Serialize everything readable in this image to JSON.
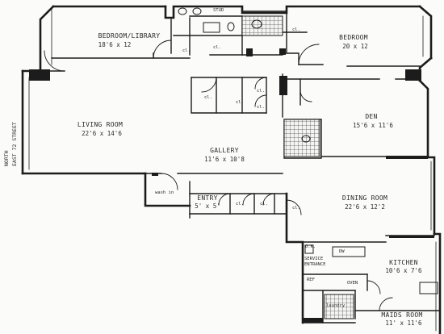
{
  "street": {
    "line1": "NORTH",
    "line2": "EAST 72 STREET"
  },
  "rooms": {
    "bedroom_library": {
      "name": "BEDROOM/LIBRARY",
      "dims": "18'6 x 12"
    },
    "bedroom": {
      "name": "BEDROOM",
      "dims": "20 x 12"
    },
    "living": {
      "name": "LIVING ROOM",
      "dims": "22'6 x 14'6"
    },
    "den": {
      "name": "DEN",
      "dims": "15'6 x 11'6"
    },
    "gallery": {
      "name": "GALLERY",
      "dims": "11'6 x 10'8"
    },
    "entry": {
      "name": "ENTRY",
      "dims": "5' x 5'"
    },
    "dining": {
      "name": "DINING ROOM",
      "dims": "22'6 x 12'2"
    },
    "kitchen": {
      "name": "KITCHEN",
      "dims": "10'6 x 7'6"
    },
    "maids": {
      "name": "MAIDS ROOM",
      "dims": "11' x 11'6"
    }
  },
  "small_labels": {
    "stud": "STUD",
    "closet": "cl.",
    "wash": "wash in",
    "service_1": "SERVICE",
    "service_2": "ENTRANCE",
    "ref": "REF",
    "oven": "OVEN",
    "dw": "DW",
    "laundry": "laundry",
    "ok": "O.K."
  }
}
